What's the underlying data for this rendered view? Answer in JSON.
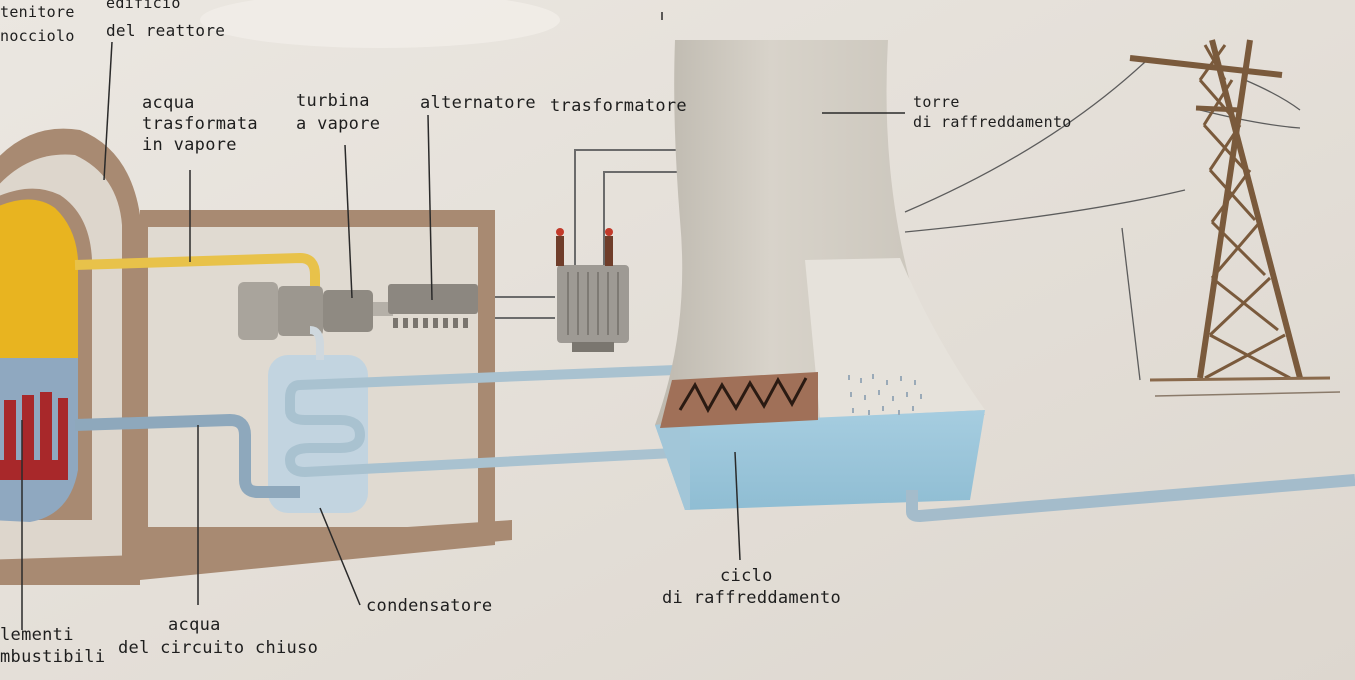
{
  "labels": {
    "contenitore_nocciolo": [
      "tenitore",
      "nocciolo"
    ],
    "edificio_reattore": [
      "edificio",
      "del reattore"
    ],
    "acqua_vapore": [
      "acqua",
      "trasformata",
      "in vapore"
    ],
    "turbina": [
      "turbina",
      "a vapore"
    ],
    "alternatore": "alternatore",
    "trasformatore": "trasformatore",
    "torre": [
      "torre",
      "di raffreddamento"
    ],
    "elementi": [
      "lementi",
      "mbustibili"
    ],
    "acqua_circuito": [
      "acqua",
      "del circuito chiuso"
    ],
    "condensatore": "condensatore",
    "ciclo": [
      "ciclo",
      "di raffreddamento"
    ]
  },
  "colors": {
    "background": "#e4dfd8",
    "building_wall": "#a88a72",
    "reactor_core": "#e8b420",
    "steam_pipe": "#e8c24a",
    "water_pipe": "#8ea8bc",
    "coolant_water": "#9cc4d8",
    "cooling_tower": "#cfcac0",
    "pylon": "#7a5a3c",
    "control_rods": "#a8282a"
  }
}
